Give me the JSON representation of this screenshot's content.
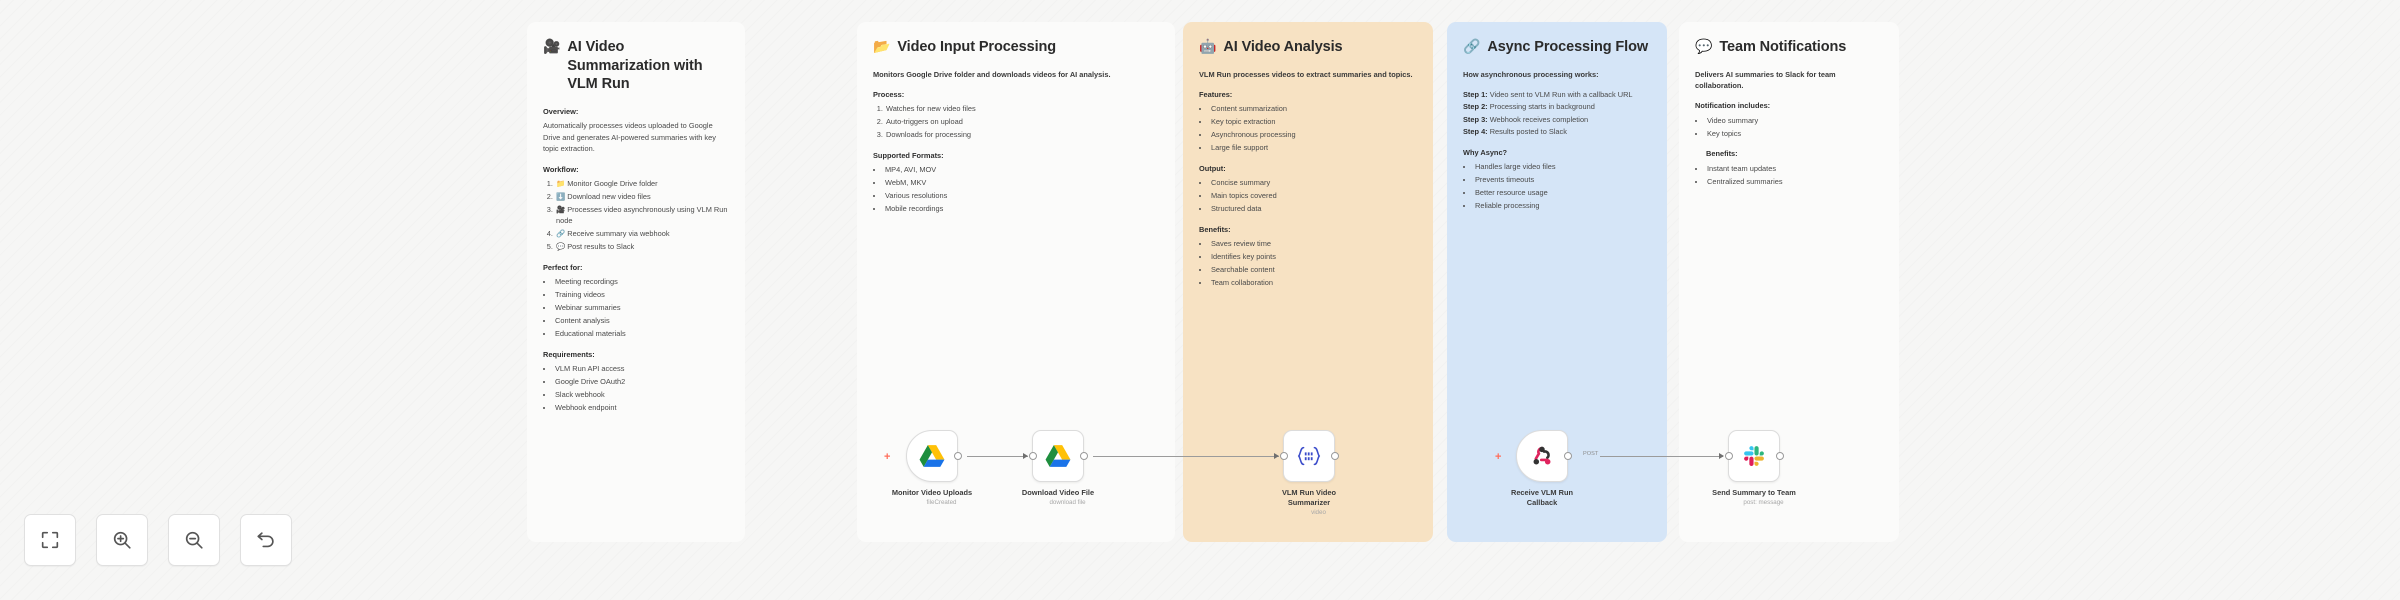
{
  "canvas": {
    "background": "#f6f6f5"
  },
  "notes": [
    {
      "id": "overview",
      "theme": "plain",
      "icon": "🎥",
      "icon_name": "video-camera-icon",
      "title": "AI Video Summarization with VLM Run",
      "sections": [
        {
          "heading": "Overview:",
          "text": "Automatically processes videos uploaded to Google Drive and generates AI-powered summaries with key topic extraction."
        },
        {
          "heading": "Workflow:",
          "ordered": [
            "📁 Monitor Google Drive folder",
            "⬇️ Download new video files",
            "🎥 Processes video asynchronously using VLM Run node",
            "🔗 Receive summary via webhook",
            "💬 Post results to Slack"
          ]
        },
        {
          "heading": "Perfect for:",
          "items": [
            "Meeting recordings",
            "Training videos",
            "Webinar summaries",
            "Content analysis",
            "Educational materials"
          ]
        },
        {
          "heading": "Requirements:",
          "items": [
            "VLM Run API access",
            "Google Drive OAuth2",
            "Slack webhook",
            "Webhook endpoint"
          ]
        }
      ]
    },
    {
      "id": "video-input-processing",
      "theme": "plain",
      "icon": "📂",
      "icon_name": "folder-icon",
      "title": "Video Input Processing",
      "lead": "Monitors Google Drive folder and downloads videos for AI analysis.",
      "sections": [
        {
          "heading": "Process:",
          "ordered": [
            "Watches for new video files",
            "Auto-triggers on upload",
            "Downloads for processing"
          ]
        },
        {
          "heading": "Supported Formats:",
          "items": [
            "MP4, AVI, MOV",
            "WebM, MKV",
            "Various resolutions",
            "Mobile recordings"
          ]
        }
      ]
    },
    {
      "id": "ai-video-analysis",
      "theme": "orange",
      "icon": "🤖",
      "icon_name": "robot-icon",
      "title": "AI Video Analysis",
      "lead": "VLM Run processes videos to extract summaries and topics.",
      "sections": [
        {
          "heading": "Features:",
          "items": [
            "Content summarization",
            "Key topic extraction",
            "Asynchronous processing",
            "Large file support"
          ]
        },
        {
          "heading": "Output:",
          "items": [
            "Concise summary",
            "Main topics covered",
            "Structured data"
          ]
        },
        {
          "heading": "Benefits:",
          "items": [
            "Saves review time",
            "Identifies key points",
            "Searchable content",
            "Team collaboration"
          ]
        }
      ]
    },
    {
      "id": "async-processing-flow",
      "theme": "blue",
      "icon": "🔗",
      "icon_name": "link-icon",
      "title": "Async Processing Flow",
      "lead": "How asynchronous processing works:",
      "steps": [
        {
          "label": "Step 1:",
          "text": "Video sent to VLM Run with a callback URL"
        },
        {
          "label": "Step 2:",
          "text": "Processing starts in background"
        },
        {
          "label": "Step 3:",
          "text": "Webhook receives completion"
        },
        {
          "label": "Step 4:",
          "text": "Results posted to Slack"
        }
      ],
      "sections": [
        {
          "heading": "Why Async?",
          "items": [
            "Handles large video files",
            "Prevents timeouts",
            "Better resource usage",
            "Reliable processing"
          ]
        }
      ]
    },
    {
      "id": "team-notifications",
      "theme": "plain",
      "icon": "💬",
      "icon_name": "chat-bubble-icon",
      "title": "Team Notifications",
      "lead": "Delivers AI summaries to Slack for team collaboration.",
      "sections": [
        {
          "heading": "Notification includes:",
          "items": [
            "Video summary",
            "Key topics"
          ]
        },
        {
          "heading": "Benefits:",
          "indent": true,
          "items": [
            "Instant team updates",
            "Centralized summaries"
          ]
        }
      ]
    }
  ],
  "workflow": {
    "nodes": [
      {
        "id": "monitor-video-uploads",
        "label": "Monitor Video Uploads",
        "sub": "fileCreated",
        "icon": "google-drive-icon",
        "trigger": true
      },
      {
        "id": "download-video-file",
        "label": "Download Video File",
        "sub": "download file",
        "icon": "google-drive-icon",
        "trigger": false
      },
      {
        "id": "vlm-run-video-summarizer",
        "label": "VLM Run Video Summarizer",
        "sub": "video",
        "icon": "vlm-run-icon",
        "trigger": false
      },
      {
        "id": "receive-vlm-run-callback",
        "label": "Receive VLM Run Callback",
        "sub": "",
        "icon": "webhook-icon",
        "trigger": true
      },
      {
        "id": "send-summary-to-team",
        "label": "Send Summary to Team",
        "sub": "post: message",
        "icon": "slack-icon",
        "trigger": false
      }
    ],
    "connection_labels": {
      "webhook_method": "POST"
    },
    "add_marker": "+"
  },
  "toolbar": {
    "buttons": [
      {
        "id": "fit-to-view",
        "name": "fit-to-view-button",
        "icon": "fit-screen-icon"
      },
      {
        "id": "zoom-in",
        "name": "zoom-in-button",
        "icon": "zoom-in-icon"
      },
      {
        "id": "zoom-out",
        "name": "zoom-out-button",
        "icon": "zoom-out-icon"
      },
      {
        "id": "reset",
        "name": "reset-button",
        "icon": "undo-icon"
      }
    ]
  }
}
